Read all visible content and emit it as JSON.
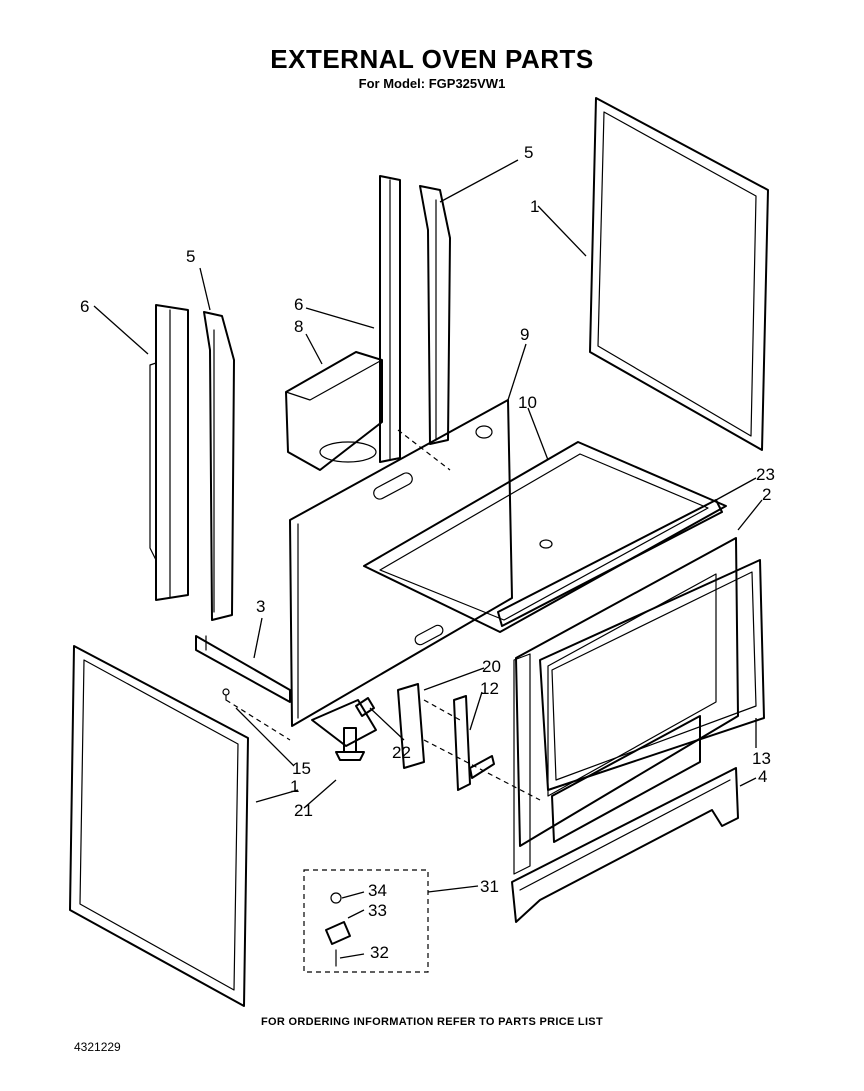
{
  "header": {
    "title": "EXTERNAL OVEN PARTS",
    "subtitle": "For Model: FGP325VW1"
  },
  "footer": {
    "ordering_note": "FOR ORDERING INFORMATION REFER TO PARTS PRICE LIST",
    "document_number": "4321229"
  },
  "callouts": {
    "c1_right": "1",
    "c1_left": "1",
    "c2": "2",
    "c3": "3",
    "c4": "4",
    "c5_top": "5",
    "c5_left": "5",
    "c6_left": "6",
    "c6_mid": "6",
    "c8": "8",
    "c9": "9",
    "c10": "10",
    "c12": "12",
    "c13": "13",
    "c15": "15",
    "c20": "20",
    "c21": "21",
    "c22": "22",
    "c23": "23",
    "c31": "31",
    "c32": "32",
    "c33": "33",
    "c34": "34"
  }
}
